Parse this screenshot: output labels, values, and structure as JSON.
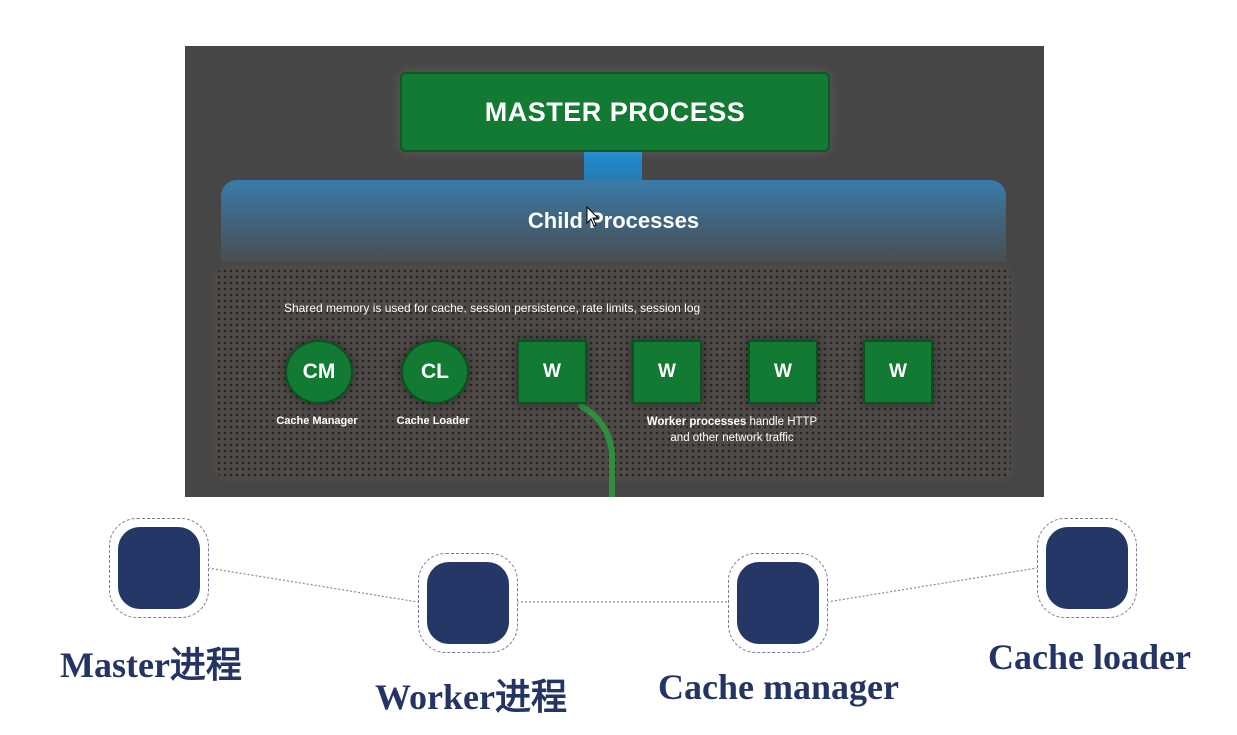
{
  "diagram": {
    "master_label": "MASTER PROCESS",
    "child_label": "Child Processes",
    "shared_memory_text": "Shared memory is used for cache, session persistence, rate limits, session log",
    "nodes": [
      {
        "abbr": "CM",
        "label": "Cache Manager"
      },
      {
        "abbr": "CL",
        "label": "Cache Loader"
      },
      {
        "abbr": "W"
      },
      {
        "abbr": "W"
      },
      {
        "abbr": "W"
      },
      {
        "abbr": "W"
      }
    ],
    "worker_label_bold": "Worker processes",
    "worker_label_rest": " handle HTTP",
    "worker_label_line2": "and other network traffic",
    "colors": {
      "process_green": "#137a33",
      "connector_blue": "#1e8bd0",
      "panel_bg": "#464646"
    }
  },
  "captions": [
    {
      "text": "Master进程"
    },
    {
      "text": "Worker进程"
    },
    {
      "text": "Cache manager"
    },
    {
      "text": "Cache loader"
    }
  ],
  "colors": {
    "caption_navy": "#243565",
    "icon_navy": "#243767"
  }
}
